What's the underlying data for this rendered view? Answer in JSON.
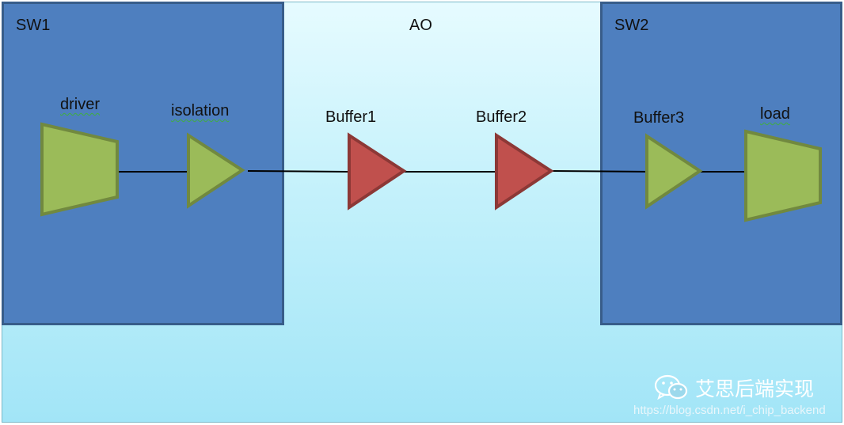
{
  "domains": {
    "sw1": "SW1",
    "ao": "AO",
    "sw2": "SW2"
  },
  "cells": {
    "driver": "driver",
    "isolation": "isolation",
    "buffer1": "Buffer1",
    "buffer2": "Buffer2",
    "buffer3": "Buffer3",
    "load": "load"
  },
  "watermark": {
    "account": "艾思后端实现",
    "url": "https://blog.csdn.net/i_chip_backend"
  },
  "colors": {
    "sw_fill": "#4e7fbf",
    "sw_border": "#385d8a",
    "green_fill": "#9bbb59",
    "green_border": "#71893f",
    "red_fill": "#c0504d",
    "red_border": "#8c3836"
  }
}
